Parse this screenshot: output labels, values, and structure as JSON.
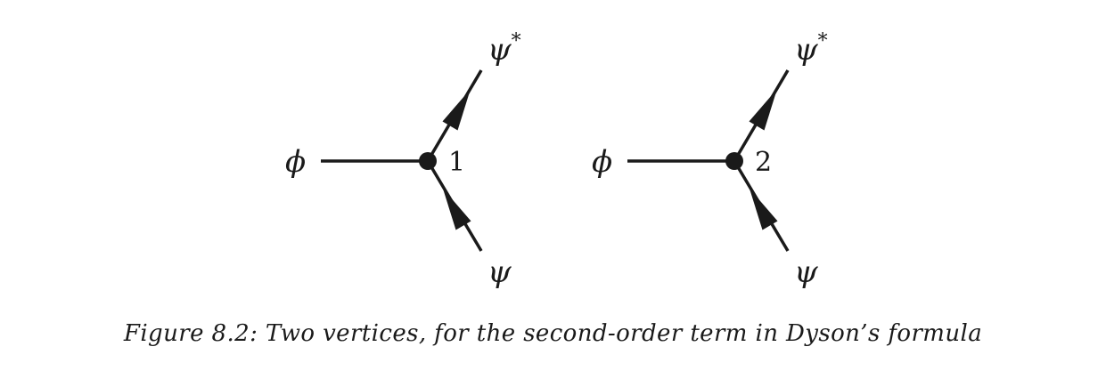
{
  "figure": {
    "caption": "Figure 8.2: Two vertices, for the second-order term in Dyson’s formula"
  },
  "vertices": [
    {
      "label": "1",
      "scalar_field": "ϕ",
      "outgoing_field": "ψ",
      "outgoing_superscript": "*",
      "incoming_field": "ψ"
    },
    {
      "label": "2",
      "scalar_field": "ϕ",
      "outgoing_field": "ψ",
      "outgoing_superscript": "*",
      "incoming_field": "ψ"
    }
  ],
  "colors": {
    "ink": "#1a1a1a",
    "background": "#ffffff"
  }
}
